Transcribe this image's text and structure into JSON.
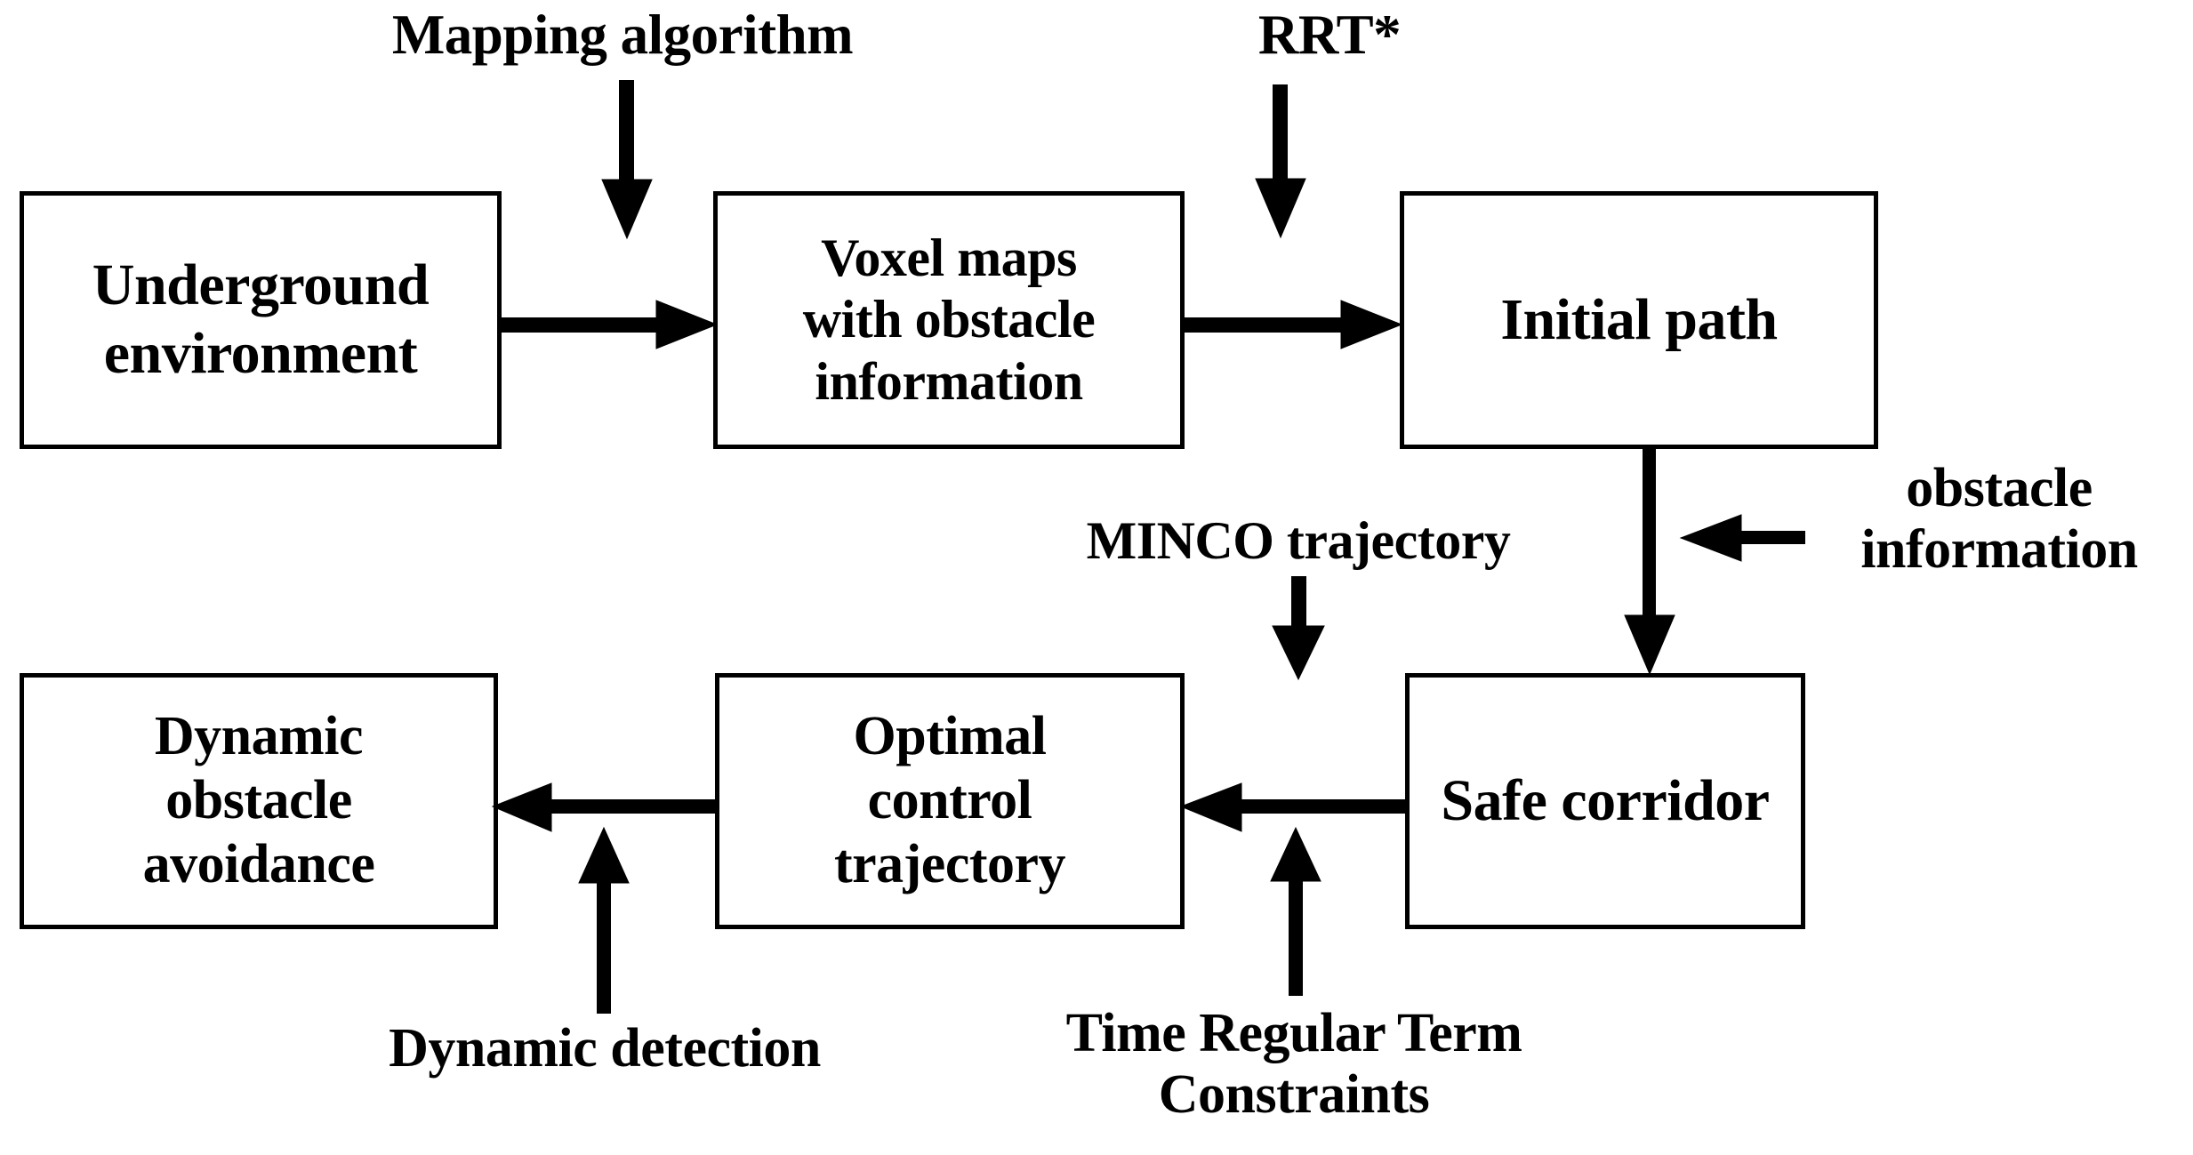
{
  "diagram": {
    "title": "Underground path planning pipeline flowchart",
    "background_color": "#ffffff",
    "stroke_color": "#000000",
    "nodes": [
      {
        "id": "underground-environment",
        "label": "Underground\nenvironment"
      },
      {
        "id": "voxel-maps",
        "label": "Voxel maps\nwith obstacle\ninformation"
      },
      {
        "id": "initial-path",
        "label": "Initial path"
      },
      {
        "id": "safe-corridor",
        "label": "Safe corridor"
      },
      {
        "id": "optimal-control-trajectory",
        "label": "Optimal\ncontrol\ntrajectory"
      },
      {
        "id": "dynamic-obstacle-avoidance",
        "label": "Dynamic\nobstacle\navoidance"
      }
    ],
    "edge_labels": [
      {
        "id": "mapping-algorithm",
        "label": "Mapping algorithm"
      },
      {
        "id": "rrt-star",
        "label": "RRT*"
      },
      {
        "id": "obstacle-information",
        "label": "obstacle\ninformation"
      },
      {
        "id": "minco-trajectory",
        "label": "MINCO trajectory"
      },
      {
        "id": "dynamic-detection",
        "label": "Dynamic detection"
      },
      {
        "id": "time-regular-term",
        "label": "Time Regular Term\nConstraints"
      }
    ],
    "edges": [
      {
        "id": "env-to-voxel",
        "from": "underground-environment",
        "to": "voxel-maps",
        "direction": "right"
      },
      {
        "id": "voxel-to-path",
        "from": "voxel-maps",
        "to": "initial-path",
        "direction": "right"
      },
      {
        "id": "mapping-to-voxel",
        "from": "mapping-algorithm",
        "to": "voxel-maps",
        "direction": "down"
      },
      {
        "id": "rrt-to-path",
        "from": "rrt-star",
        "to": "initial-path",
        "direction": "down"
      },
      {
        "id": "path-to-corridor",
        "from": "initial-path",
        "to": "safe-corridor",
        "direction": "down"
      },
      {
        "id": "obstacle-to-corridor",
        "from": "obstacle-information",
        "to": "path-to-corridor",
        "direction": "left"
      },
      {
        "id": "corridor-to-optimal",
        "from": "safe-corridor",
        "to": "optimal-control-trajectory",
        "direction": "left"
      },
      {
        "id": "minco-to-optimal",
        "from": "minco-trajectory",
        "to": "optimal-control-trajectory",
        "direction": "down"
      },
      {
        "id": "time-to-optimal",
        "from": "time-regular-term",
        "to": "optimal-control-trajectory",
        "direction": "up"
      },
      {
        "id": "optimal-to-dynamic",
        "from": "optimal-control-trajectory",
        "to": "dynamic-obstacle-avoidance",
        "direction": "left"
      },
      {
        "id": "detection-to-dynamic",
        "from": "dynamic-detection",
        "to": "dynamic-obstacle-avoidance",
        "direction": "up"
      }
    ]
  }
}
